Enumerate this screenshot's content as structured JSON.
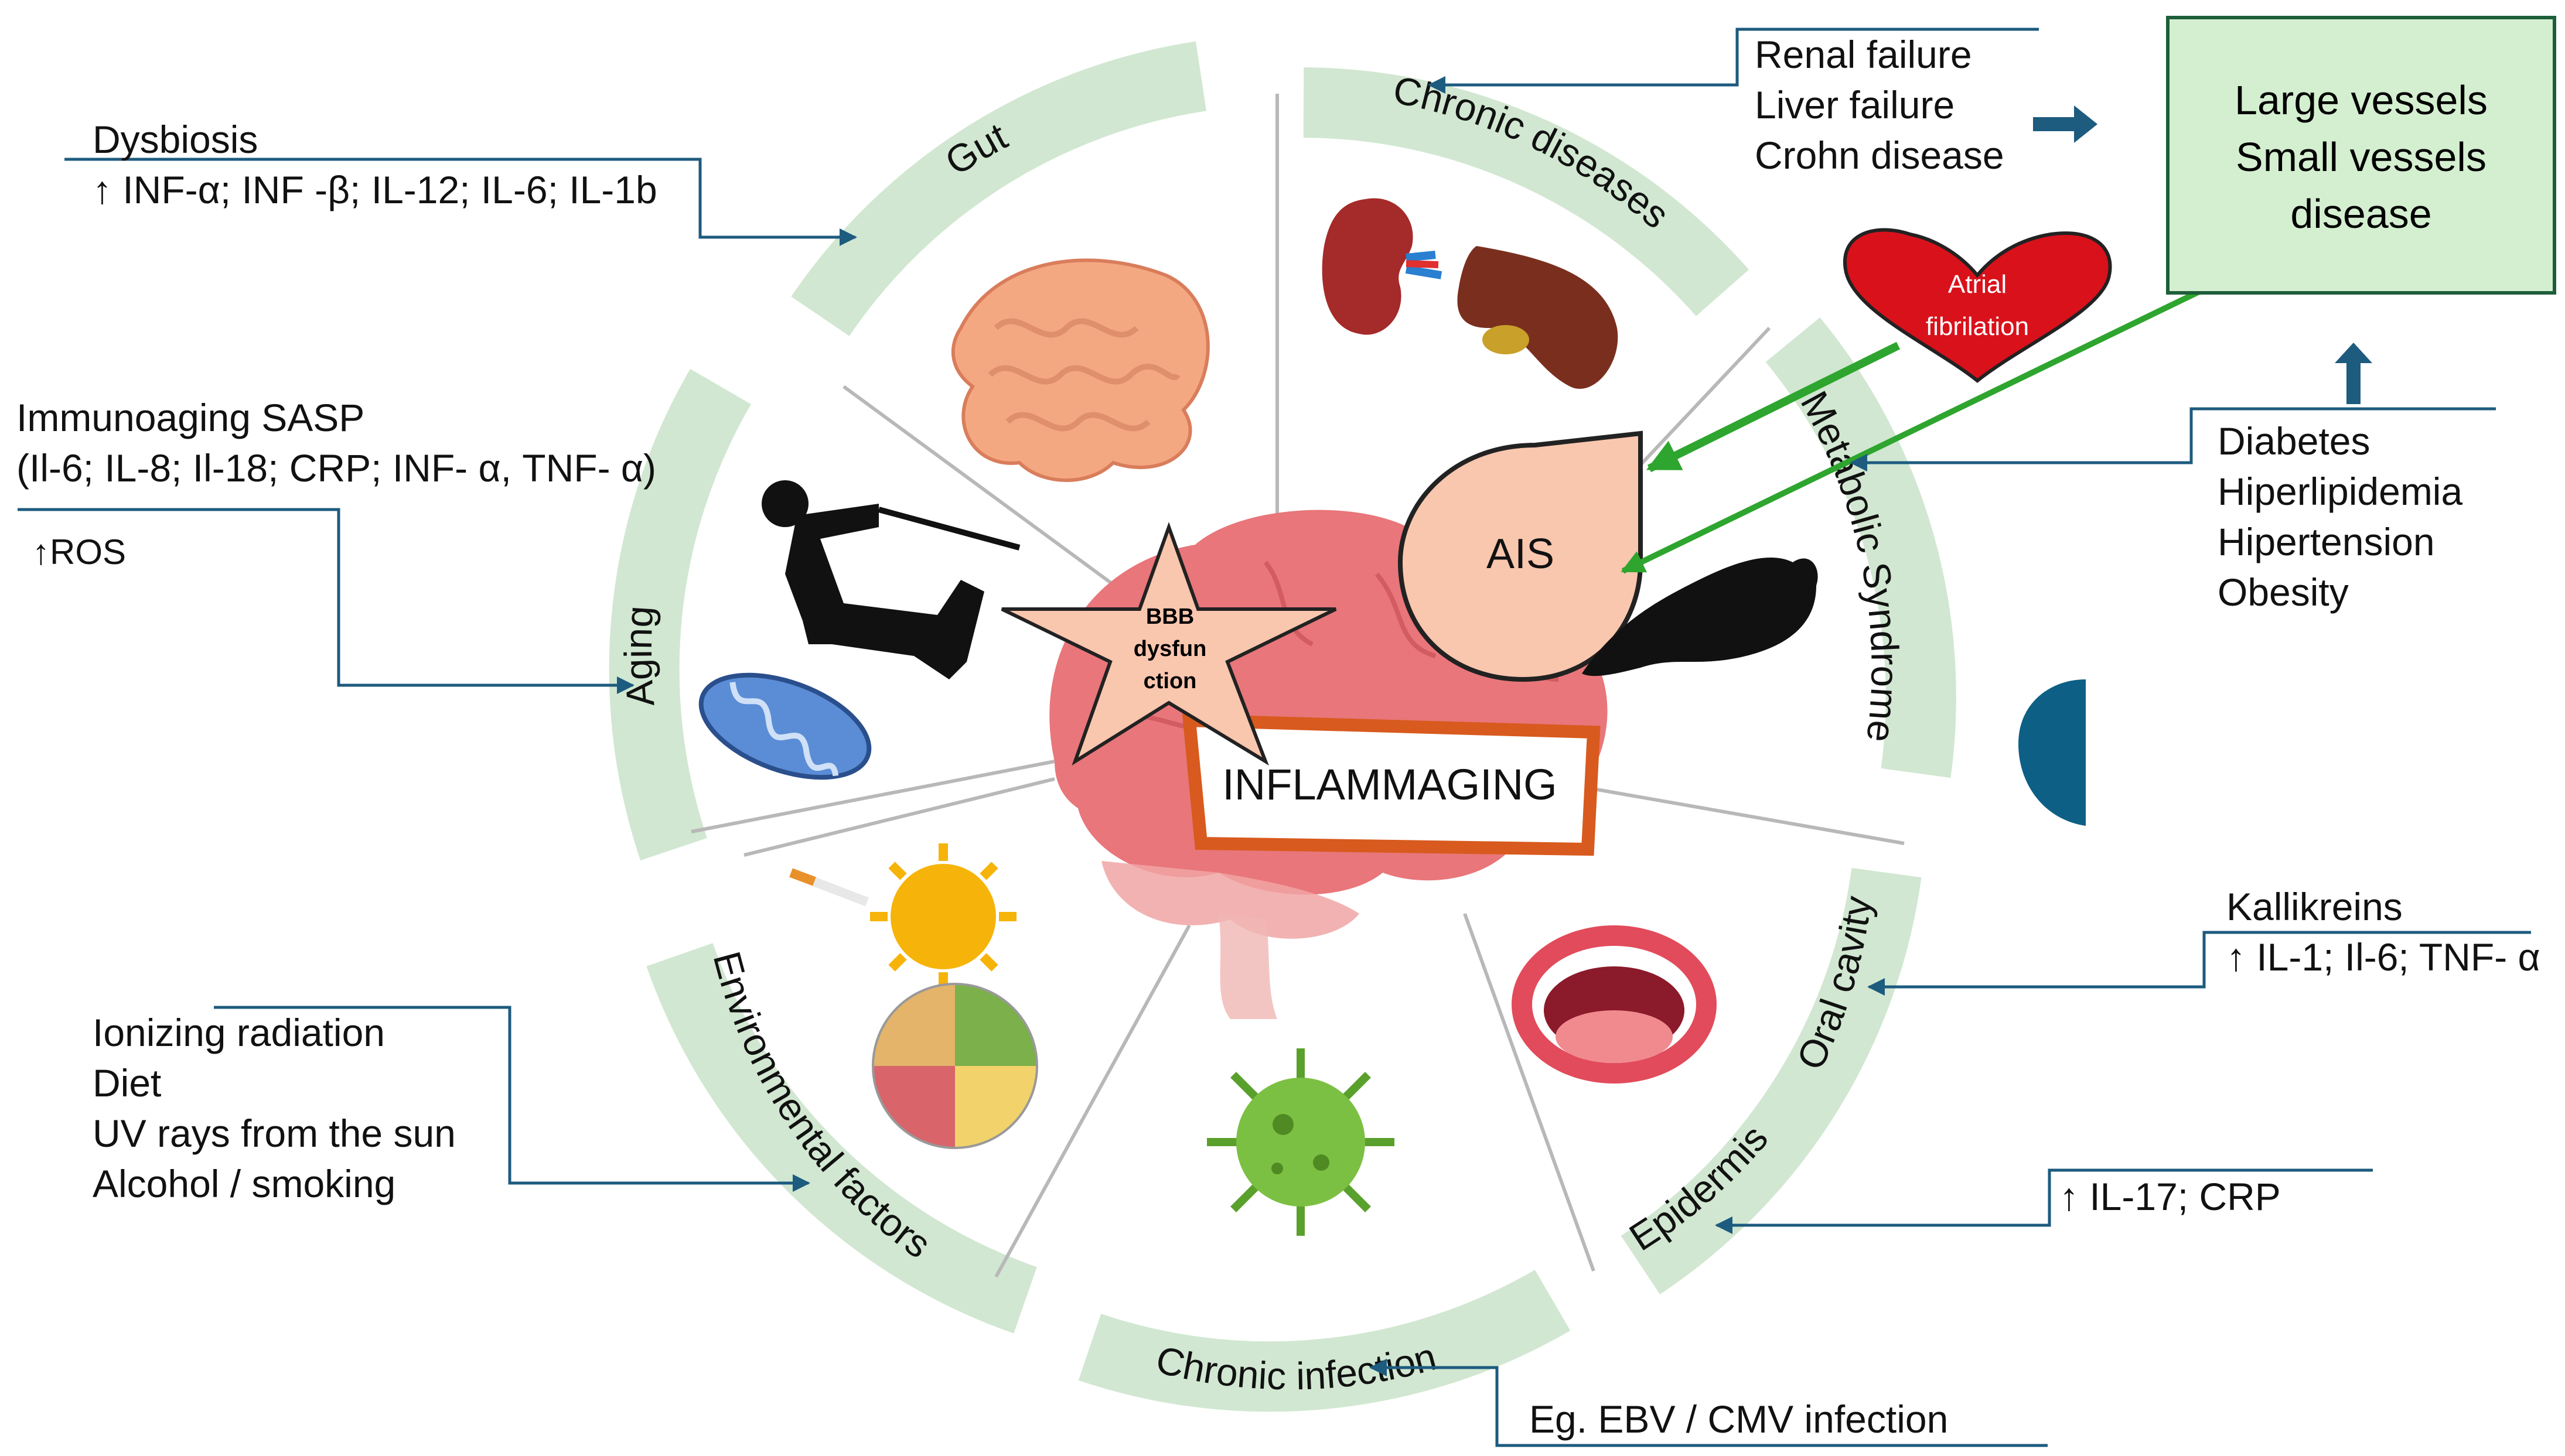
{
  "segments": {
    "gut": "Gut",
    "chronic_diseases": "Chronic diseases",
    "metabolic_syndrome": "Metabolic Syndrome",
    "oral_cavity": "Oral cavity",
    "epidermis": "Epidermis",
    "chronic_infection": "Chronic infection",
    "environmental_factors": "Environmental factors",
    "aging": "Aging"
  },
  "center": {
    "inflammaging": "INFLAMMAGING",
    "bbb": [
      "BBB",
      "dysfun",
      "ction"
    ],
    "ais": "AIS",
    "atrial": [
      "Atrial",
      "fibrilation"
    ]
  },
  "annotations": {
    "dysbiosis_title": "Dysbiosis",
    "dysbiosis_markers": "↑ INF-α; INF -β; IL-12; IL-6; IL-1b",
    "immunoaging_title": "Immunoaging  SASP",
    "immunoaging_markers": "(Il-6; IL-8; Il-18; CRP; INF- α, TNF- α)",
    "ros": "↑ROS",
    "chronic_list": [
      "Renal failure",
      "Liver failure",
      "Crohn disease"
    ],
    "vessels": [
      "Large vessels",
      "Small vessels",
      "disease"
    ],
    "metabolic_list": [
      "Diabetes",
      "Hiperlipidemia",
      "Hipertension",
      "Obesity"
    ],
    "kallikreins_title": "Kallikreins",
    "kallikreins_markers": "↑ IL-1; Il-6; TNF- α",
    "epidermis_markers": "↑ IL-17; CRP",
    "environment_list": [
      "Ionizing radiation",
      "Diet",
      "UV rays from the sun",
      "Alcohol / smoking"
    ],
    "infection_note": "Eg. EBV / CMV infection"
  },
  "colors": {
    "segment_band": "#cfe6cf",
    "connector": "#1d5b7f",
    "vessel_box_fill": "#d4efd0",
    "vessel_box_stroke": "#1f5e3a",
    "brain": "#e8767a",
    "star_fill": "#f9c6ae",
    "heart": "#d9111b",
    "inflammaging_border": "#d85a1e",
    "arrow_green": "#2ea52e",
    "dark_arrow": "#1d5b7f"
  },
  "icons": [
    "intestine-icon",
    "kidney-icon",
    "liver-icon",
    "walking-elderly-icon",
    "mitochondria-icon",
    "heart-icon",
    "obesity-silhouette-icon",
    "mouth-icon",
    "virus-icon",
    "sun-icon",
    "cigarette-icon",
    "food-plate-icon",
    "brain-icon",
    "bbb-star-icon",
    "ais-drop-icon"
  ]
}
